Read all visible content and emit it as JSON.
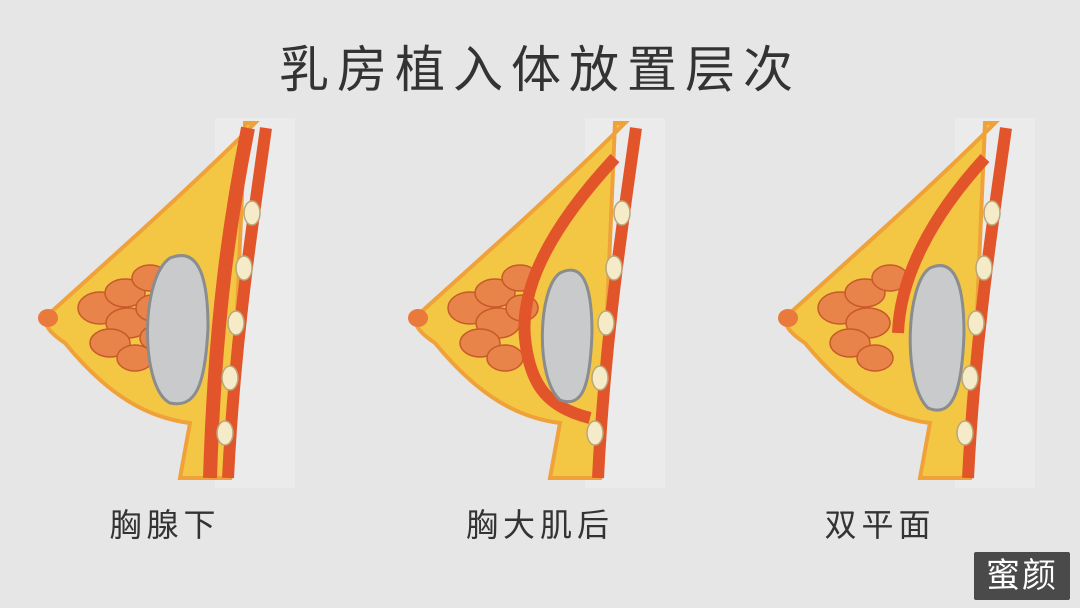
{
  "title": "乳房植入体放置层次",
  "panels": [
    {
      "label": "胸腺下",
      "placement": "subglandular"
    },
    {
      "label": "胸大肌后",
      "placement": "submuscular"
    },
    {
      "label": "双平面",
      "placement": "dual-plane"
    }
  ],
  "watermark": "蜜颜",
  "colors": {
    "background": "#e6e6e6",
    "fat": "#f3c744",
    "skin_edge": "#f0a23a",
    "gland": "#e8834a",
    "muscle": "#e2552a",
    "implant": "#c8cacc",
    "text": "#333333"
  }
}
